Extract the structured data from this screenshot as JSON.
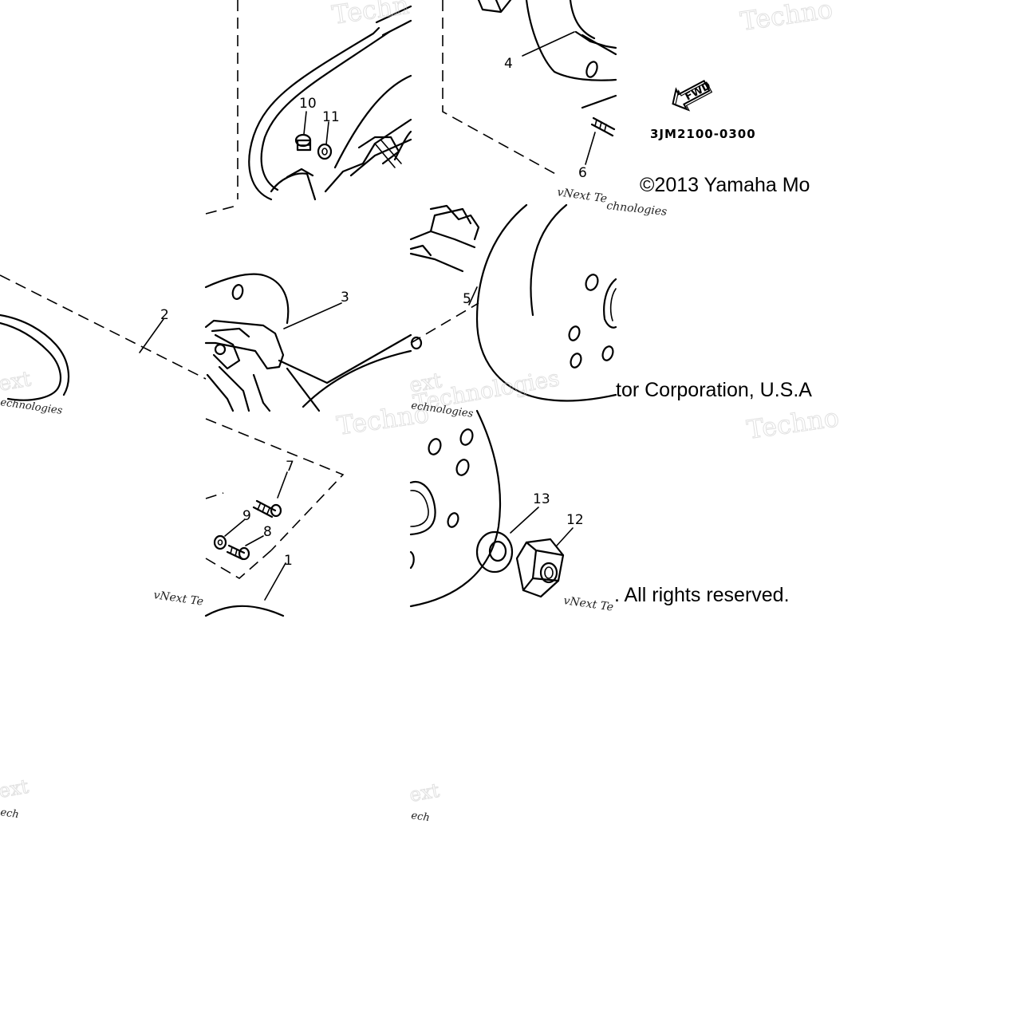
{
  "callouts": {
    "c1": "1",
    "c2": "2",
    "c3": "3",
    "c4": "4",
    "c5": "5",
    "c6": "6",
    "c7": "7",
    "c8": "8",
    "c9": "9",
    "c10": "10",
    "c11": "11",
    "c12": "12",
    "c13": "13"
  },
  "part_code": "3JM2100-0300",
  "direction_label": "FWD",
  "copyright_segments": [
    "©2013 Yamaha Mo",
    "tor Corporation, U.S.A",
    ". All rights reserved."
  ],
  "watermark": {
    "word": "Techno",
    "credit": "vNext Technologies",
    "fragments": [
      "Techn",
      "Technologies",
      "vNext Te",
      "ext",
      "echnologies",
      "chnologies",
      "ech"
    ]
  }
}
